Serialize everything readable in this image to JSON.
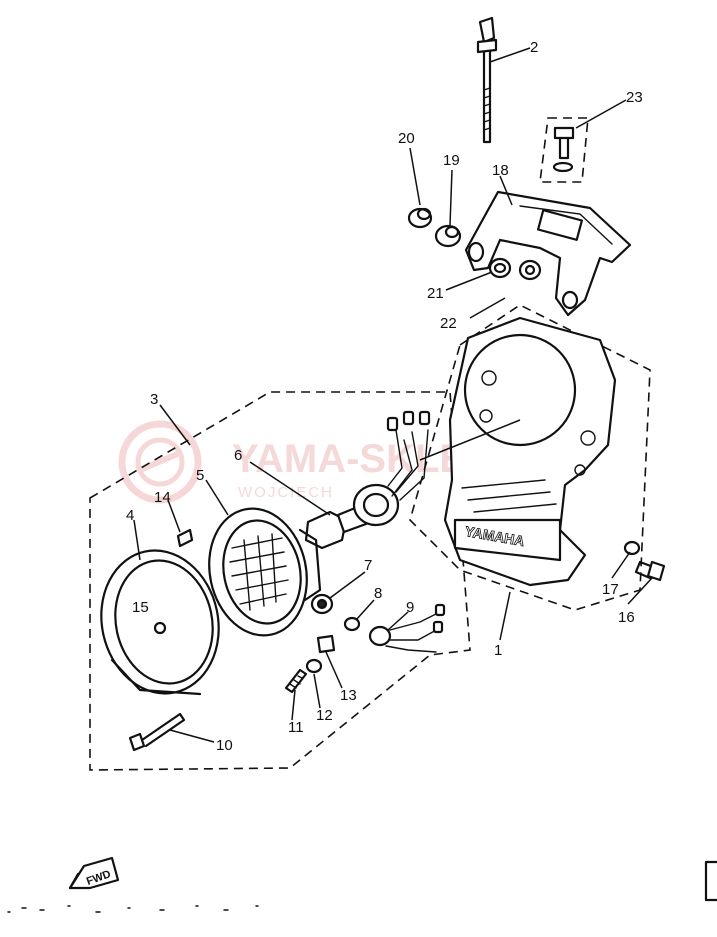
{
  "watermark": {
    "brand": "YAMA-SKLEP.PL",
    "subtitle": "WOJCIECH",
    "logo": "yama-sklep-logo-icon",
    "color": "#f0c0c0"
  },
  "cowl_brand": "YAMAHA",
  "forward_marker": "FWD",
  "callouts": [
    {
      "id": "1",
      "label": "1"
    },
    {
      "id": "2",
      "label": "2"
    },
    {
      "id": "3",
      "label": "3"
    },
    {
      "id": "4",
      "label": "4"
    },
    {
      "id": "5",
      "label": "5"
    },
    {
      "id": "6",
      "label": "6"
    },
    {
      "id": "7",
      "label": "7"
    },
    {
      "id": "8",
      "label": "8"
    },
    {
      "id": "9",
      "label": "9"
    },
    {
      "id": "10",
      "label": "10"
    },
    {
      "id": "11",
      "label": "11"
    },
    {
      "id": "12",
      "label": "12"
    },
    {
      "id": "13",
      "label": "13"
    },
    {
      "id": "14",
      "label": "14"
    },
    {
      "id": "15",
      "label": "15"
    },
    {
      "id": "16",
      "label": "16"
    },
    {
      "id": "17",
      "label": "17"
    },
    {
      "id": "18",
      "label": "18"
    },
    {
      "id": "19",
      "label": "19"
    },
    {
      "id": "20",
      "label": "20"
    },
    {
      "id": "21",
      "label": "21"
    },
    {
      "id": "22",
      "label": "22"
    },
    {
      "id": "23",
      "label": "23"
    }
  ]
}
